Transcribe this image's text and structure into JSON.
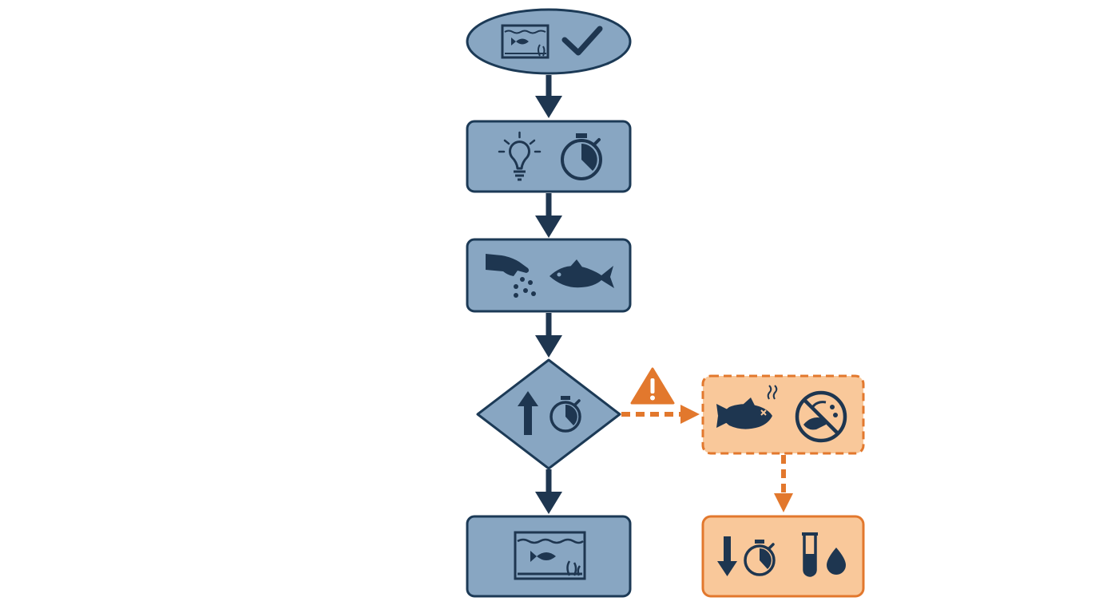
{
  "diagram": {
    "type": "flowchart",
    "text_labels": [],
    "colors": {
      "primary_fill": "#88a6c2",
      "primary_stroke": "#1c3a56",
      "icon": "#1e3650",
      "warning_fill": "#f9c89a",
      "warning_stroke": "#e2782d",
      "background": "#ffffff"
    },
    "nodes": [
      {
        "id": "start",
        "shape": "ellipse",
        "style": "primary",
        "icons": [
          "aquarium-icon",
          "checkmark-icon"
        ]
      },
      {
        "id": "light-timer",
        "shape": "rounded-rect",
        "style": "primary",
        "icons": [
          "lightbulb-icon",
          "stopwatch-icon"
        ]
      },
      {
        "id": "feeding",
        "shape": "rounded-rect",
        "style": "primary",
        "icons": [
          "hand-sprinkling-food-icon",
          "fish-icon"
        ]
      },
      {
        "id": "check-overfeeding",
        "shape": "diamond",
        "style": "primary",
        "icons": [
          "arrow-up-icon",
          "stopwatch-icon"
        ]
      },
      {
        "id": "healthy-aquarium",
        "shape": "rounded-rect",
        "style": "primary",
        "icons": [
          "aquarium-icon"
        ]
      },
      {
        "id": "problem",
        "shape": "dashed-rounded-rect",
        "style": "warning",
        "icons": [
          "sick-fish-icon",
          "no-feeding-icon"
        ]
      },
      {
        "id": "remedy",
        "shape": "rounded-rect",
        "style": "warning",
        "icons": [
          "arrow-down-icon",
          "stopwatch-icon",
          "test-tube-icon",
          "water-drop-icon"
        ]
      }
    ],
    "edges": [
      {
        "from": "start",
        "to": "light-timer",
        "style": "solid"
      },
      {
        "from": "light-timer",
        "to": "feeding",
        "style": "solid"
      },
      {
        "from": "feeding",
        "to": "check-overfeeding",
        "style": "solid"
      },
      {
        "from": "check-overfeeding",
        "to": "healthy-aquarium",
        "style": "solid"
      },
      {
        "from": "check-overfeeding",
        "to": "problem",
        "style": "dashed",
        "marker": "warning-triangle-icon"
      },
      {
        "from": "problem",
        "to": "remedy",
        "style": "dashed"
      }
    ]
  }
}
